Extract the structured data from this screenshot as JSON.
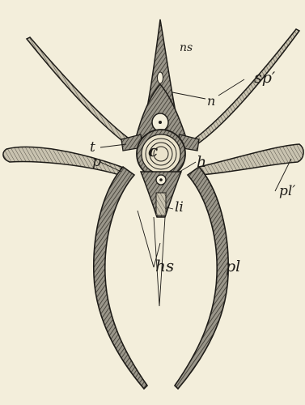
{
  "figure": {
    "labels": {
      "ns": "ns",
      "n": "n",
      "sp": "sp′",
      "t": "t",
      "c": "c",
      "p": "p",
      "h": "h",
      "pl_prime": "pl′",
      "li": "li",
      "hs": "hs",
      "pl": "pl"
    },
    "colors": {
      "background": "#f3eedb",
      "ink": "#1e1c18",
      "bone_fill": "#8f8b80"
    }
  }
}
